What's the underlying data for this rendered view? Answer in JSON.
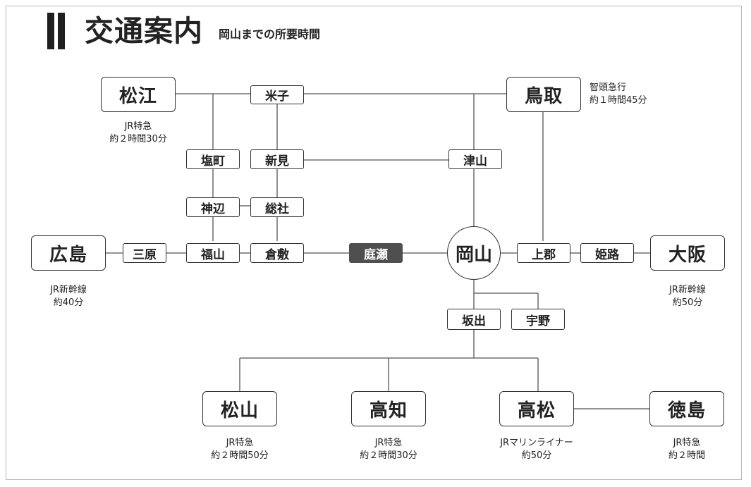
{
  "header": {
    "title": "交通案内",
    "subtitle": "岡山までの所要時間"
  },
  "cities": {
    "matsue": "松江",
    "tottori": "鳥取",
    "hiroshima": "広島",
    "osaka": "大阪",
    "matsuyama": "松山",
    "kochi": "高知",
    "takamatsu": "高松",
    "tokushima": "徳島"
  },
  "hub": {
    "okayama": "岡山"
  },
  "stations": {
    "yonago": "米子",
    "shiomachi": "塩町",
    "niimi": "新見",
    "tsuyama": "津山",
    "kannabe": "神辺",
    "soja": "総社",
    "mihara": "三原",
    "fukuyama": "福山",
    "kurashiki": "倉敷",
    "niwase": "庭瀬",
    "kamigori": "上郡",
    "himeji": "姫路",
    "sakaide": "坂出",
    "uno": "宇野"
  },
  "notes": {
    "matsue": [
      "JR特急",
      "約２時間30分"
    ],
    "tottori": [
      "智頭急行",
      "約１時間45分"
    ],
    "hiroshima": [
      "JR新幹線",
      "約40分"
    ],
    "osaka": [
      "JR新幹線",
      "約50分"
    ],
    "matsuyama": [
      "JR特急",
      "約２時間50分"
    ],
    "kochi": [
      "JR特急",
      "約２時間30分"
    ],
    "takamatsu": [
      "JRマリンライナー",
      "約50分"
    ],
    "tokushima": [
      "JR特急",
      "約２時間"
    ]
  },
  "colors": {
    "line": "#555555",
    "node_border": "#333333",
    "highlight": "#4f4f4f",
    "text": "#222222"
  }
}
